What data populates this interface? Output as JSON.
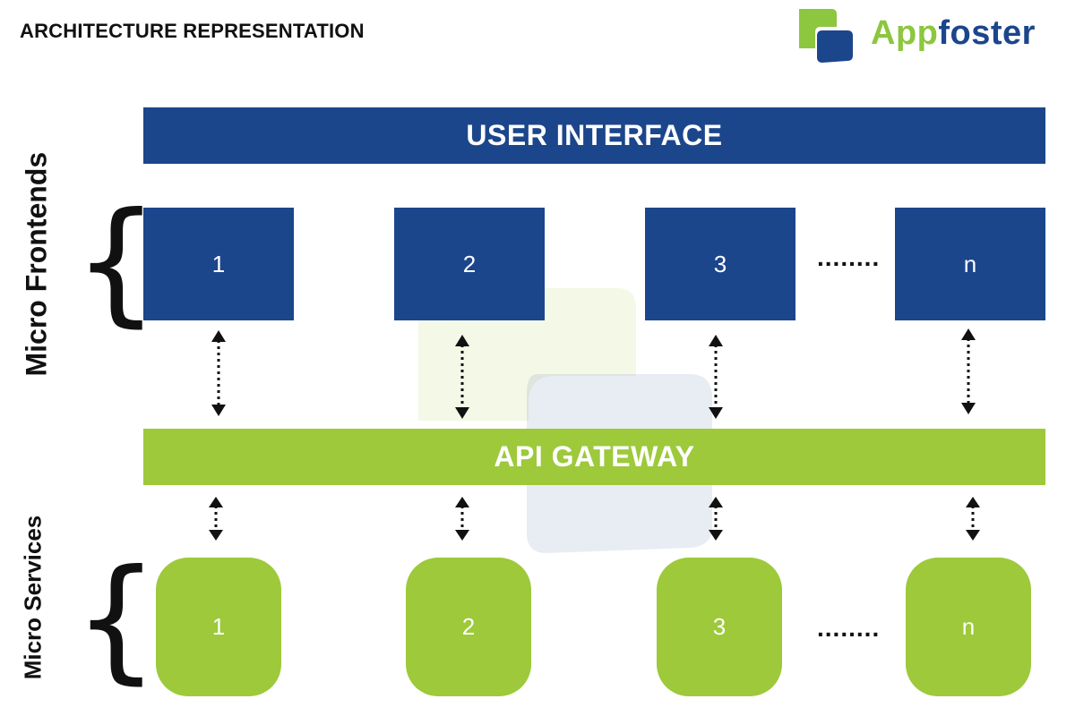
{
  "header": {
    "title": "ARCHITECTURE REPRESENTATION",
    "logo": {
      "text_part1": "App",
      "text_part2": "foster"
    }
  },
  "layers": {
    "user_interface": "USER INTERFACE",
    "api_gateway": "API GATEWAY"
  },
  "micro_frontends": {
    "label": "Micro Frontends",
    "items": [
      "1",
      "2",
      "3",
      "n"
    ],
    "ellipsis": "........"
  },
  "micro_services": {
    "label": "Micro Services",
    "items": [
      "1",
      "2",
      "3",
      "n"
    ],
    "ellipsis": "........"
  },
  "colors": {
    "blue": "#1c468c",
    "green": "#9dc93b",
    "logo_green": "#8dc63f",
    "logo_blue": "#1c468c"
  },
  "icons": [
    "left-brace-icon",
    "double-arrow-icon",
    "appfoster-logo-icon"
  ]
}
